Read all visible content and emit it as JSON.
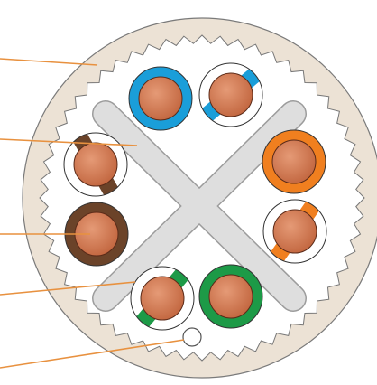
{
  "colors": {
    "jacket": "#ece2d5",
    "jacket_stroke": "#7a7a7a",
    "foil": "#ffffff",
    "separator": "#dedede",
    "conductor": "#c0633c",
    "conductor_highlight": "#e59a76",
    "leader": "#e8913f",
    "blue": "#1a9ed9",
    "orange": "#f07f1f",
    "green": "#1d9a47",
    "brown": "#6b4329",
    "white": "#ffffff"
  },
  "leader_count": 5,
  "pairs": [
    {
      "name": "blue",
      "solid_color": "blue"
    },
    {
      "name": "orange",
      "solid_color": "orange"
    },
    {
      "name": "green",
      "solid_color": "green"
    },
    {
      "name": "brown",
      "solid_color": "brown"
    }
  ],
  "drain_wire": {
    "shown": true
  }
}
